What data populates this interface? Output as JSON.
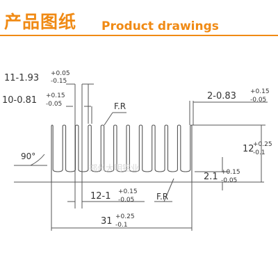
{
  "header": {
    "title_cn": "产品图纸",
    "title_en": "Product drawings"
  },
  "accent_color": "#f08a14",
  "line_color": "#555555",
  "watermark": "郑州大明铝业",
  "dimensions": {
    "fin_pitch": {
      "label": "11-1.93",
      "tol_plus": "+0.05",
      "tol_minus": "-0.15"
    },
    "fin_tip": {
      "label": "10-0.81",
      "tol_plus": "+0.15",
      "tol_minus": "-0.05"
    },
    "outer_fin": {
      "label": "2-0.83",
      "tol_plus": "+0.15",
      "tol_minus": "-0.05"
    },
    "fillet_top": {
      "label": "F.R"
    },
    "fillet_bottom": {
      "label": "F.R"
    },
    "angle": {
      "label": "90°"
    },
    "height": {
      "label": "12",
      "tol_plus": "+0.25",
      "tol_minus": "-0.1"
    },
    "base": {
      "label": "2.1",
      "tol_plus": "+0.15",
      "tol_minus": "-0.05"
    },
    "fin_root": {
      "label": "12-1",
      "tol_plus": "+0.15",
      "tol_minus": "-0.05"
    },
    "width": {
      "label": "31",
      "tol_plus": "+0.25",
      "tol_minus": "-0.1"
    }
  }
}
